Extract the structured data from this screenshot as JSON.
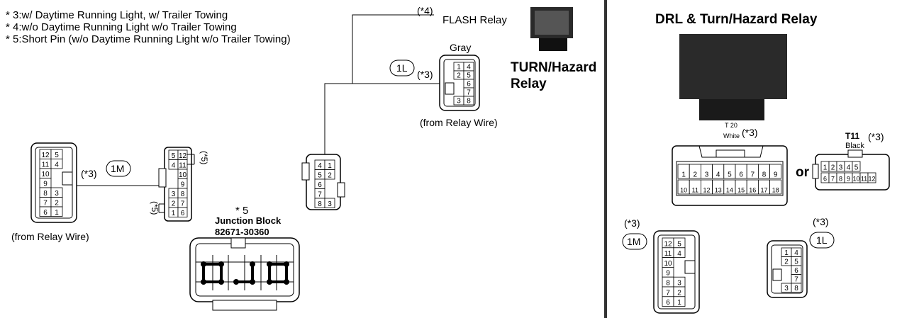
{
  "notes": [
    "* 3:w/ Daytime Running Light, w/ Trailer Towing",
    "* 4:w/o Daytime Running Light w/o Trailer Towing",
    "* 5:Short Pin (w/o Daytime Running Light w/o Trailer Towing)"
  ],
  "left_panel": {
    "flash_tag": "(*4)",
    "flash_label": "FLASH Relay",
    "gray_label": "Gray",
    "conn_1l_badge": "1L",
    "conn_1l_tag": "(*3)",
    "from_relay_wire_top": "(from Relay Wire)",
    "turn_relay_line1": "TURN/Hazard",
    "turn_relay_line2": "Relay",
    "conn_1m_badge": "1M",
    "conn_1m_tag": "(*3)",
    "from_relay_wire_left": "(from Relay Wire)",
    "short_pin_tag_top": "(*5)",
    "short_pin_tag_bottom": "(*5)",
    "jb_tag": "* 5",
    "jb_title": "Junction Block",
    "jb_part": "82671-30360",
    "conn_1m_pins": [
      [
        "12",
        "5"
      ],
      [
        "11",
        "4"
      ],
      [
        "10",
        ""
      ],
      [
        "9",
        ""
      ],
      [
        "8",
        "3"
      ],
      [
        "7",
        "2"
      ],
      [
        "6",
        "1"
      ]
    ],
    "mid_pins": [
      [
        "5",
        "12"
      ],
      [
        "4",
        "11"
      ],
      [
        "",
        "10"
      ],
      [
        "",
        "9"
      ],
      [
        "3",
        "8"
      ],
      [
        "2",
        "7"
      ],
      [
        "1",
        "6"
      ]
    ],
    "mid4_pins": [
      [
        "4",
        "1"
      ],
      [
        "5",
        "2"
      ],
      [
        "6",
        ""
      ],
      [
        "7",
        ""
      ],
      [
        "8",
        "3"
      ]
    ],
    "gray_pins": [
      [
        "1",
        "4"
      ],
      [
        "2",
        "5"
      ],
      [
        "",
        "6"
      ],
      [
        "",
        "7"
      ],
      [
        "3",
        "8"
      ]
    ]
  },
  "right_panel": {
    "title": "DRL & Turn/Hazard Relay",
    "t20_label": "T 20",
    "t20_color": "White",
    "t20_tag": "(*3)",
    "or_label": "or",
    "t11_label": "T11",
    "t11_color": "Black",
    "t11_tag": "(*3)",
    "t20_pins_top": [
      "1",
      "2",
      "3",
      "4",
      "5",
      "6",
      "7",
      "8",
      "9"
    ],
    "t20_pins_bottom": [
      "10",
      "11",
      "12",
      "13",
      "14",
      "15",
      "16",
      "17",
      "18"
    ],
    "t11_pins_top": [
      "1",
      "2",
      "3",
      "4",
      "5"
    ],
    "t11_pins_bottom": [
      "6",
      "7",
      "8",
      "9",
      "10",
      "11",
      "12"
    ],
    "conn_1m_tag": "(*3)",
    "conn_1m_badge": "1M",
    "conn_1l_tag": "(*3)",
    "conn_1l_badge": "1L",
    "conn_1m_pins": [
      [
        "12",
        "5"
      ],
      [
        "11",
        "4"
      ],
      [
        "10",
        ""
      ],
      [
        "9",
        ""
      ],
      [
        "8",
        "3"
      ],
      [
        "7",
        "2"
      ],
      [
        "6",
        "1"
      ]
    ],
    "conn_1l_pins": [
      [
        "1",
        "4"
      ],
      [
        "2",
        "5"
      ],
      [
        "",
        "6"
      ],
      [
        "",
        "7"
      ],
      [
        "3",
        "8"
      ]
    ]
  },
  "colors": {
    "relay_body": "#2a2a2a",
    "relay_small": "#555555",
    "line": "#000000",
    "divider": "#333333"
  }
}
